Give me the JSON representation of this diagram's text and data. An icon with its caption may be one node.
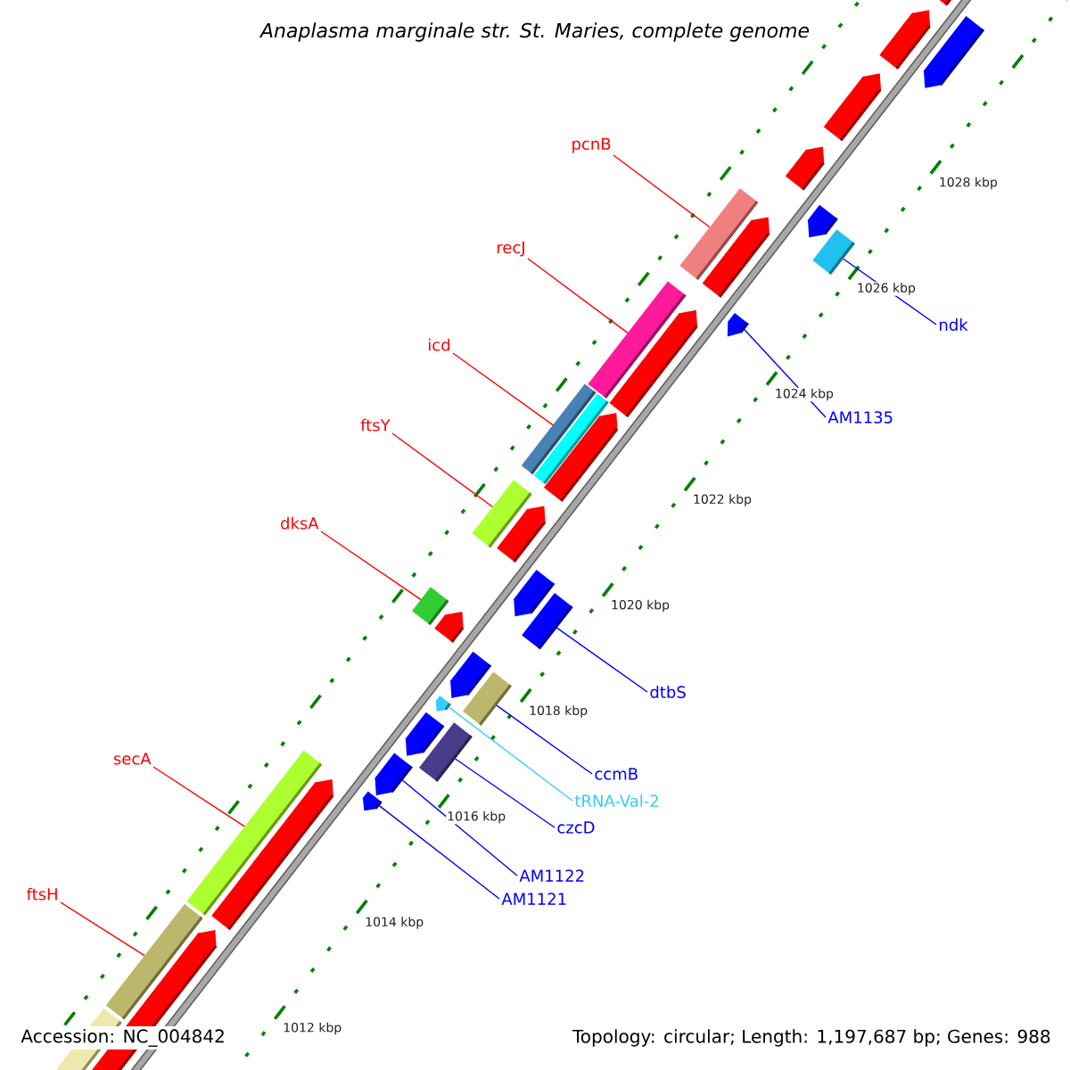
{
  "diagram": {
    "title": "Anaplasma marginale str. St. Maries, complete genome",
    "nodes": [
      {
        "text": [
          "pcnB"
        ]
      },
      {
        "text": [
          "recJ"
        ]
      },
      {
        "text": [
          "icd"
        ]
      },
      {
        "text": [
          "ndk"
        ]
      },
      {
        "text": [
          "AM1135"
        ]
      },
      {
        "text": [
          "ftsY"
        ]
      },
      {
        "text": [
          "dksA"
        ]
      },
      {
        "text": [
          "dtbS"
        ]
      },
      {
        "text": [
          "ccmB"
        ]
      },
      {
        "text": [
          "tRNA-Val-2"
        ]
      },
      {
        "text": [
          "czcD"
        ]
      },
      {
        "text": [
          "secA"
        ]
      },
      {
        "text": [
          "AM1122"
        ]
      },
      {
        "text": [
          "AM1121"
        ]
      },
      {
        "text": [
          "ftsH"
        ]
      },
      {
        "text": [],
        "shape": "bar"
      },
      {
        "text": [],
        "shape": "bar"
      },
      {
        "text": [],
        "shape": "bar"
      },
      {
        "text": [],
        "shape": "bar"
      },
      {
        "text": [],
        "shape": "bar"
      },
      {
        "text": [],
        "shape": "bar"
      },
      {
        "text": [],
        "shape": "bar"
      },
      {
        "text": [],
        "shape": "bar"
      },
      {
        "text": [],
        "shape": "bar"
      },
      {
        "text": [],
        "shape": "bar"
      },
      {
        "text": [],
        "shape": "bar"
      },
      {
        "text": [],
        "shape": "bar"
      },
      {
        "text": [],
        "shape": "bar"
      },
      {
        "text": [],
        "shape": "bar"
      },
      {
        "text": [],
        "shape": "bar"
      }
    ],
    "edges": [
      {
        "from": 0,
        "to": 15,
        "arrow": "none",
        "color": "#ff0000"
      },
      {
        "from": 1,
        "to": 16,
        "arrow": "none",
        "color": "#ff0000"
      },
      {
        "from": 2,
        "to": 17,
        "arrow": "none",
        "color": "#ff0000"
      },
      {
        "from": 3,
        "to": 18,
        "arrow": "none",
        "color": "#0000ff"
      },
      {
        "from": 4,
        "to": 19,
        "arrow": "none",
        "color": "#0000ff"
      },
      {
        "from": 5,
        "to": 20,
        "arrow": "none",
        "color": "#ff0000"
      },
      {
        "from": 6,
        "to": 21,
        "arrow": "none",
        "color": "#ff0000"
      },
      {
        "from": 7,
        "to": 22,
        "arrow": "none",
        "color": "#0000ff"
      },
      {
        "from": 8,
        "to": 23,
        "arrow": "none",
        "color": "#0000ff"
      },
      {
        "from": 9,
        "to": 24,
        "arrow": "none",
        "color": "#33ccff"
      },
      {
        "from": 10,
        "to": 25,
        "arrow": "none",
        "color": "#0000ff"
      },
      {
        "from": 11,
        "to": 26,
        "arrow": "none",
        "color": "#ff0000"
      },
      {
        "from": 12,
        "to": 27,
        "arrow": "none",
        "color": "#0000ff"
      },
      {
        "from": 13,
        "to": 28,
        "arrow": "none",
        "color": "#0000ff"
      },
      {
        "from": 14,
        "to": 29,
        "arrow": "none",
        "color": "#ff0000"
      }
    ],
    "labels": [
      "1028 kbp",
      "1026 kbp",
      "1024 kbp",
      "1022 kbp",
      "1020 kbp",
      "1018 kbp",
      "1016 kbp",
      "1014 kbp",
      "1012 kbp",
      "Accession: NC_004842",
      "Topology: circular; Length: 1,197,687 bp; Genes: 988"
    ]
  }
}
